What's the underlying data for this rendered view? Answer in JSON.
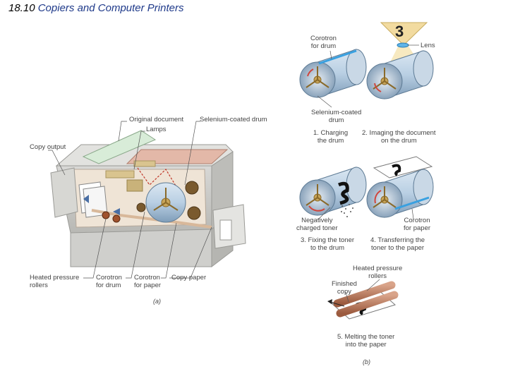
{
  "header": {
    "number": "18.10",
    "title": "Copiers and Computer Printers"
  },
  "figure_a": {
    "labels": {
      "original_document": "Original document",
      "selenium_drum": "Selenium-coated drum",
      "lamps": "Lamps",
      "copy_output": "Copy output",
      "heated_rollers_l1": "Heated pressure",
      "heated_rollers_l2": "rollers",
      "corotron_drum_l1": "Corotron",
      "corotron_drum_l2": "for drum",
      "corotron_paper_l1": "Corotron",
      "corotron_paper_l2": "for paper",
      "copy_paper": "Copy paper"
    },
    "caption": "(a)"
  },
  "figure_b": {
    "labels": {
      "corotron_drum_l1": "Corotron",
      "corotron_drum_l2": "for drum",
      "lens": "Lens",
      "selenium_l1": "Selenium-coated",
      "selenium_l2": "drum",
      "step1_l1": "1. Charging",
      "step1_l2": "the drum",
      "step2_l1": "2. Imaging the document",
      "step2_l2": "on the drum",
      "neg_toner_l1": "Negatively",
      "neg_toner_l2": "charged toner",
      "corotron_paper_l1": "Corotron",
      "corotron_paper_l2": "for paper",
      "step3_l1": "3. Fixing the toner",
      "step3_l2": "to the drum",
      "step4_l1": "4. Transferring the",
      "step4_l2": "toner to the paper",
      "heated_rollers_l1": "Heated pressure",
      "heated_rollers_l2": "rollers",
      "finished_l1": "Finished",
      "finished_l2": "copy",
      "step5_l1": "5. Melting the toner",
      "step5_l2": "into the paper",
      "glyph": "3"
    },
    "caption": "(b)"
  }
}
